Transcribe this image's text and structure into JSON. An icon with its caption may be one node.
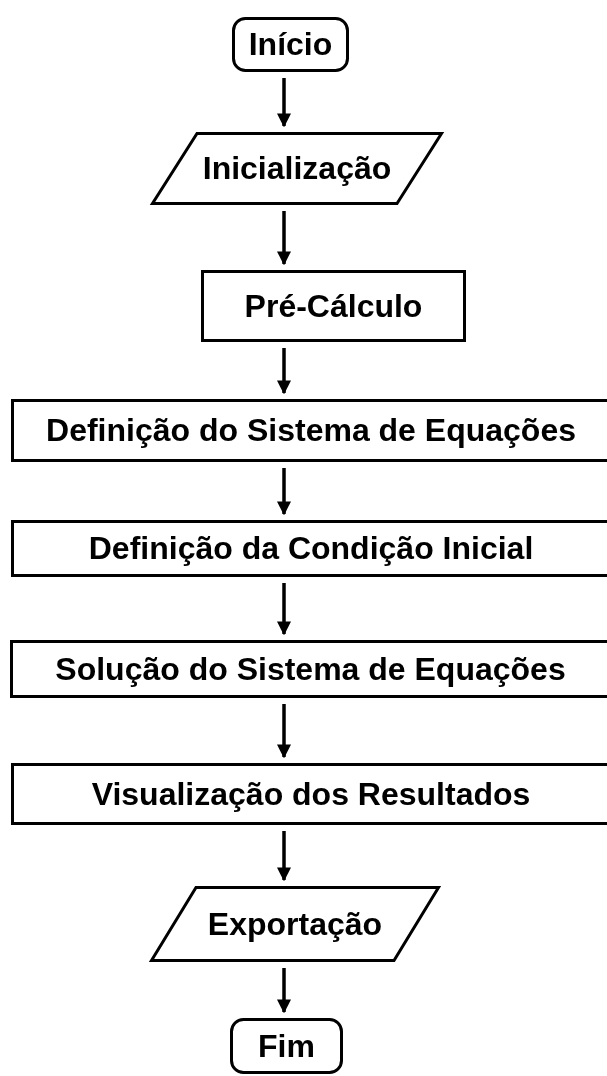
{
  "diagram": {
    "nodes": [
      {
        "text": [
          "Início"
        ]
      },
      {
        "text": [
          "Inicialização"
        ]
      },
      {
        "text": [
          "Pré-Cálculo"
        ]
      },
      {
        "text": [
          "Definição do Sistema de Equações"
        ]
      },
      {
        "text": [
          "Definição da Condição Inicial"
        ]
      },
      {
        "text": [
          "Solução do Sistema de Equações"
        ]
      },
      {
        "text": [
          "Visualização dos Resultados"
        ]
      },
      {
        "text": [
          "Exportação"
        ]
      },
      {
        "text": [
          "Fim"
        ]
      }
    ],
    "edges": [
      {
        "from": 0,
        "to": 1,
        "arrow": "to"
      },
      {
        "from": 1,
        "to": 2,
        "arrow": "to"
      },
      {
        "from": 2,
        "to": 3,
        "arrow": "to"
      },
      {
        "from": 3,
        "to": 4,
        "arrow": "to"
      },
      {
        "from": 4,
        "to": 5,
        "arrow": "to"
      },
      {
        "from": 5,
        "to": 6,
        "arrow": "to"
      },
      {
        "from": 6,
        "to": 7,
        "arrow": "to"
      },
      {
        "from": 7,
        "to": 8,
        "arrow": "to"
      }
    ]
  }
}
